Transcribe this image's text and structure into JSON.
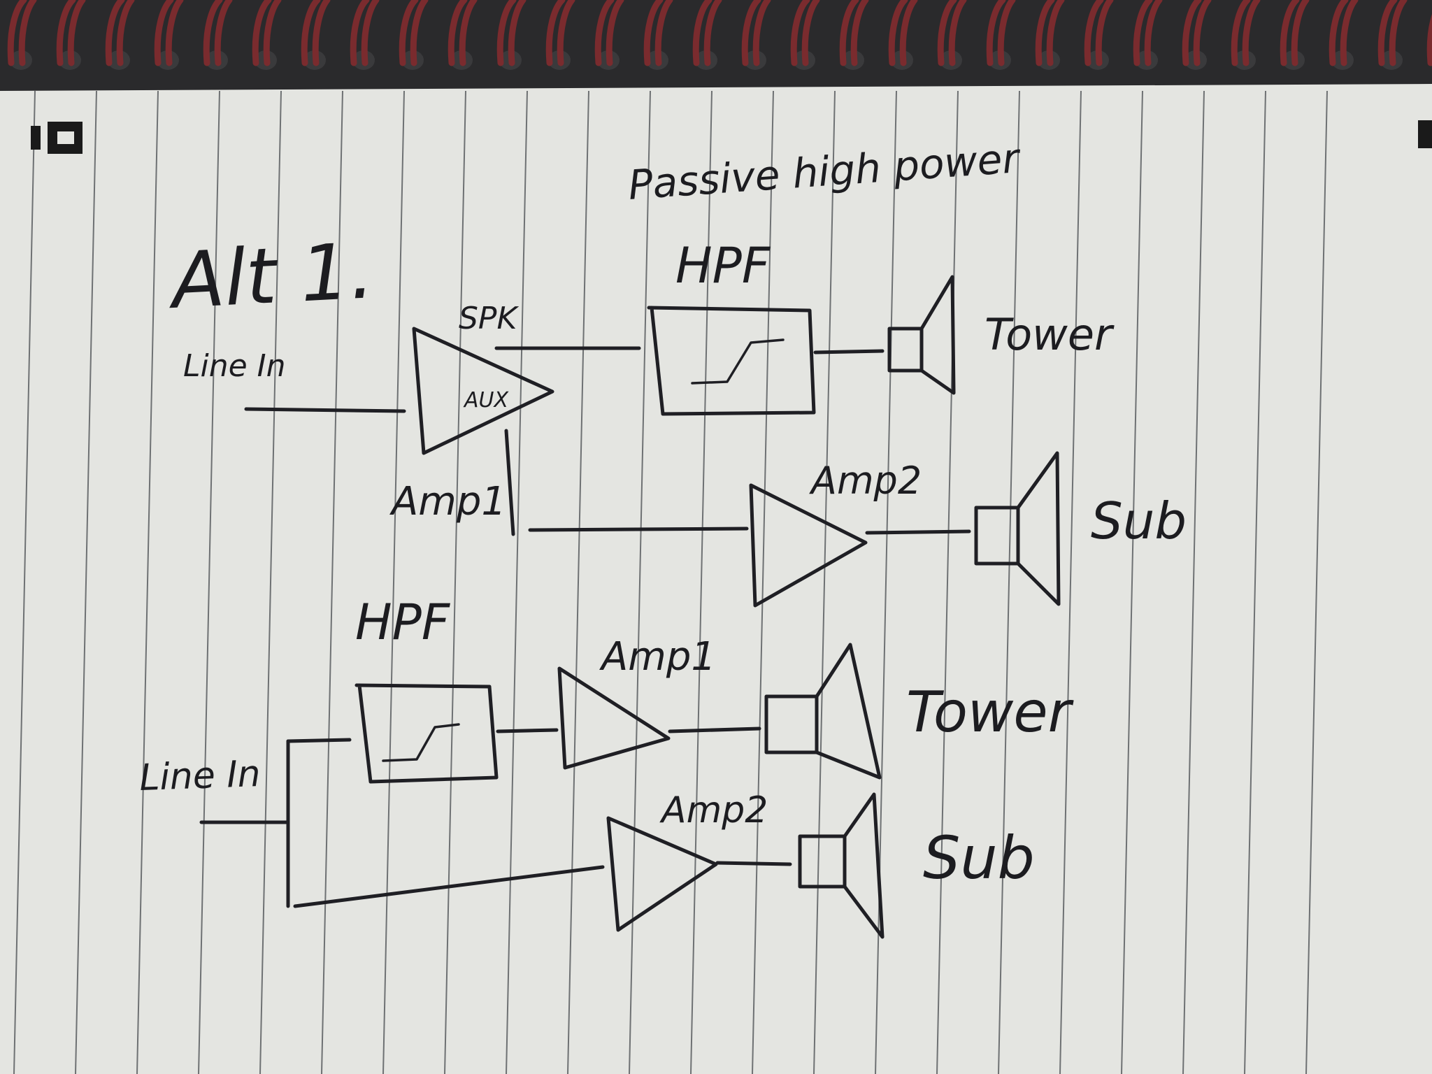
{
  "notebook": {
    "heading": "Passive high power",
    "title": "Alt 1."
  },
  "diagram_top": {
    "input_label": "Line In",
    "amp1_label": "Amp1",
    "amp1_spk_label": "SPK",
    "amp1_aux_label": "AUX",
    "hpf_label": "HPF",
    "tower_label": "Tower",
    "amp2_label": "Amp2",
    "sub_label": "Sub"
  },
  "diagram_bottom": {
    "input_label": "Line In",
    "hpf_label": "HPF",
    "amp1_label": "Amp1",
    "tower_label": "Tower",
    "amp2_label": "Amp2",
    "sub_label": "Sub"
  },
  "colors": {
    "paper": "#e4e5e1",
    "ink": "#1f1f24",
    "rule_line": "#6e7173",
    "spiral_wire": "#7a2b2e",
    "backdrop": "#2a2a2c"
  }
}
